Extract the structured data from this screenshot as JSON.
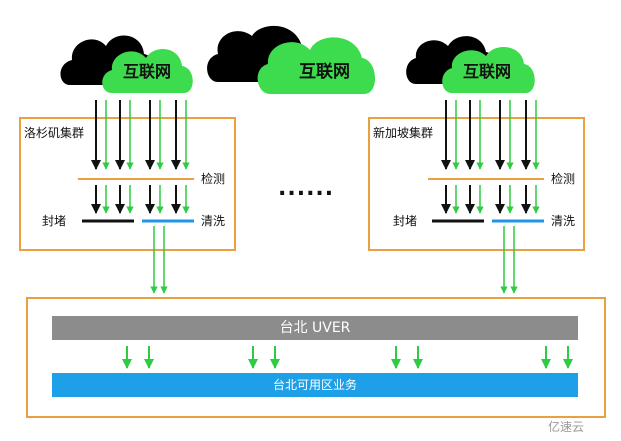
{
  "clouds": [
    "互联网",
    "互联网",
    "互联网"
  ],
  "clusters": [
    {
      "name": "洛杉矶集群",
      "detect": "检测",
      "block": "封堵",
      "clean": "清洗"
    },
    {
      "name": "新加坡集群",
      "detect": "检测",
      "block": "封堵",
      "clean": "清洗"
    }
  ],
  "ellipsis": "......",
  "taipei": {
    "gateway": "台北 UVER",
    "zone": "台北可用区业务"
  },
  "watermark": "亿速云",
  "colors": {
    "green": "#2ecc40",
    "cloud_green": "#3ddb4e",
    "orange": "#e8a040",
    "gray_bar": "#8c8c8c",
    "blue_bar": "#1ea0e8",
    "clean_line": "#2196e6"
  }
}
